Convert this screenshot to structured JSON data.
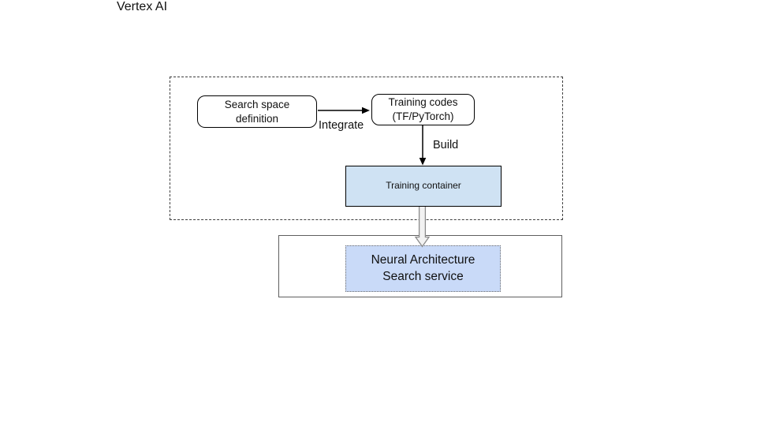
{
  "nodes": {
    "search_space": {
      "label": "Search space\ndefinition"
    },
    "training_codes": {
      "label": "Training codes\n(TF/PyTorch)"
    },
    "training_container": {
      "label": "Training container"
    },
    "nas_service": {
      "label": "Neural Architecture\nSearch service"
    }
  },
  "edges": {
    "integrate_label": "Integrate",
    "build_label": "Build"
  },
  "vertex_ai_label": "Vertex AI",
  "colors": {
    "training_container_fill": "#cfe2f3",
    "nas_service_fill": "#c9daf8",
    "node_border": "#000000",
    "group_dash_border": "#3d3d3d",
    "vertex_box_border": "#5f5f5f",
    "hollow_arrow_stroke": "#8a8a8a",
    "hollow_arrow_fill": "#f2f2f2",
    "arrow_color": "#000000",
    "text_color": "#111111"
  }
}
